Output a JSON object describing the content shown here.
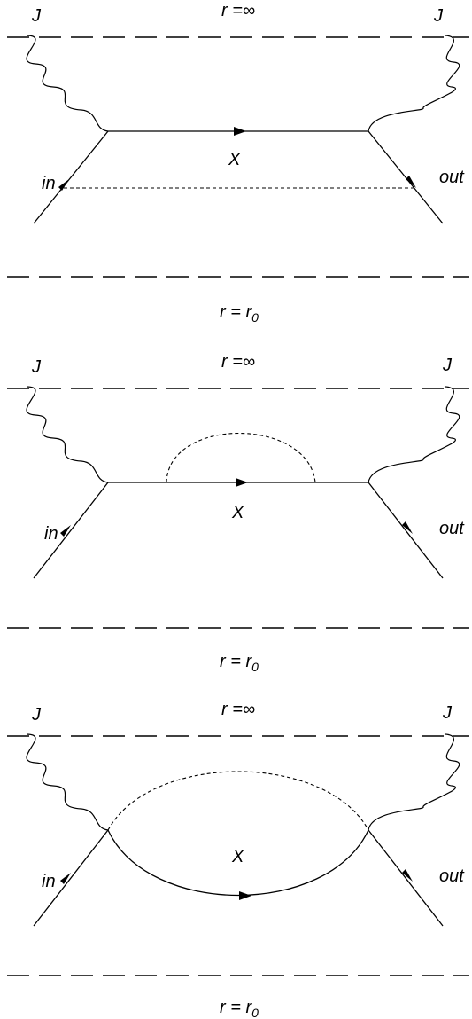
{
  "diagrams": [
    {
      "label_top": "r =∞",
      "label_bottom_main": "r = r",
      "label_bottom_sub": "0",
      "source_left": "J",
      "source_right": "J",
      "particle": "X",
      "incoming": "in",
      "outgoing": "out"
    },
    {
      "label_top": "r =∞",
      "label_bottom_main": "r = r",
      "label_bottom_sub": "0",
      "source_left": "J",
      "source_right": "J",
      "particle": "X",
      "incoming": "in",
      "outgoing": "out"
    },
    {
      "label_top": "r =∞",
      "label_bottom_main": "r = r",
      "label_bottom_sub": "0",
      "source_left": "J",
      "source_right": "J",
      "particle": "X",
      "incoming": "in",
      "outgoing": "out"
    }
  ]
}
